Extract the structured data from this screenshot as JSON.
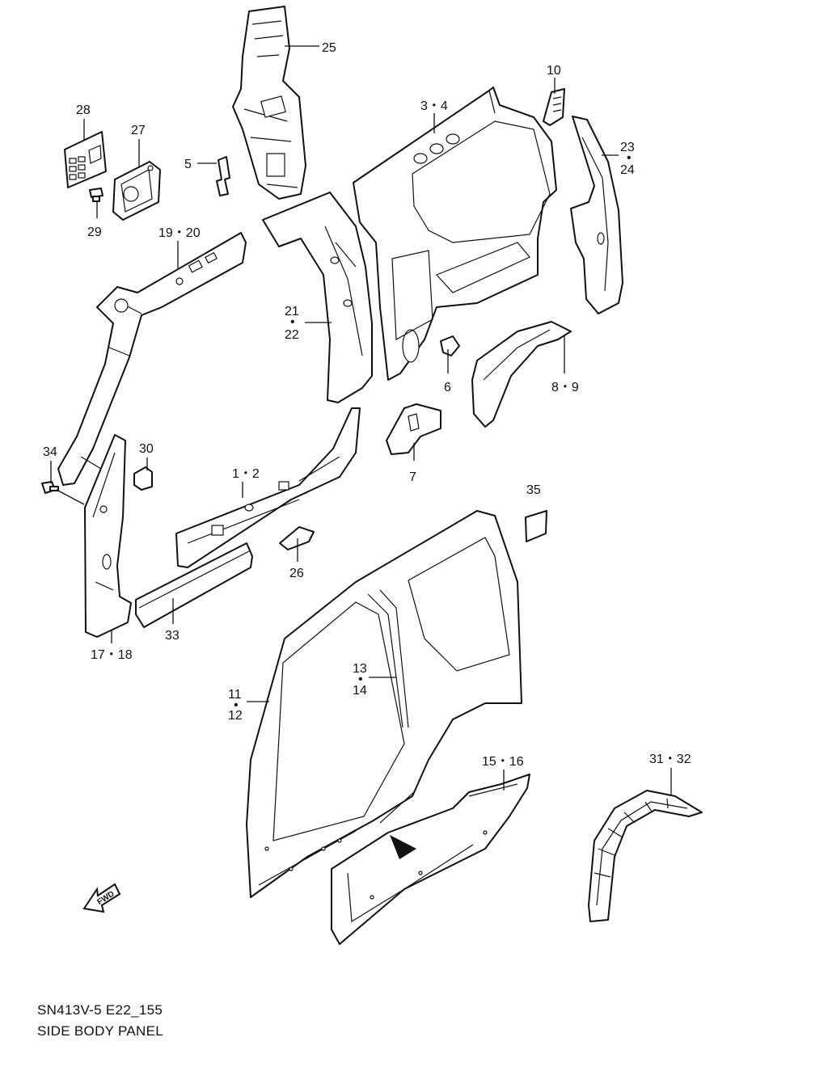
{
  "diagram_code": "SN413V-5 E22_155",
  "diagram_title": "SIDE BODY PANEL",
  "fwd_icon": "fwd-arrow-icon",
  "fwd_label": "FWD",
  "callouts": [
    {
      "id": "c25",
      "l1": "25",
      "l2": ""
    },
    {
      "id": "c28",
      "l1": "28",
      "l2": ""
    },
    {
      "id": "c27",
      "l1": "27",
      "l2": ""
    },
    {
      "id": "c29",
      "l1": "29",
      "l2": ""
    },
    {
      "id": "c5",
      "l1": "5",
      "l2": ""
    },
    {
      "id": "c34",
      "l1": "3・4",
      "l2": ""
    },
    {
      "id": "c10",
      "l1": "10",
      "l2": ""
    },
    {
      "id": "c2324",
      "l1": "23",
      "l2": "24"
    },
    {
      "id": "c1920",
      "l1": "19・20",
      "l2": ""
    },
    {
      "id": "c2122",
      "l1": "21",
      "l2": "22"
    },
    {
      "id": "c6",
      "l1": "6",
      "l2": ""
    },
    {
      "id": "c89",
      "l1": "8・9",
      "l2": ""
    },
    {
      "id": "c30",
      "l1": "30",
      "l2": ""
    },
    {
      "id": "c34b",
      "l1": "34",
      "l2": ""
    },
    {
      "id": "c12",
      "l1": "1・2",
      "l2": ""
    },
    {
      "id": "c7",
      "l1": "7",
      "l2": ""
    },
    {
      "id": "c35",
      "l1": "35",
      "l2": ""
    },
    {
      "id": "c26",
      "l1": "26",
      "l2": ""
    },
    {
      "id": "c33",
      "l1": "33",
      "l2": ""
    },
    {
      "id": "c1718",
      "l1": "17・18",
      "l2": ""
    },
    {
      "id": "c1314",
      "l1": "13",
      "l2": "14"
    },
    {
      "id": "c1112",
      "l1": "11",
      "l2": "12"
    },
    {
      "id": "c1516",
      "l1": "15・16",
      "l2": ""
    },
    {
      "id": "c3132",
      "l1": "31・32",
      "l2": ""
    }
  ]
}
